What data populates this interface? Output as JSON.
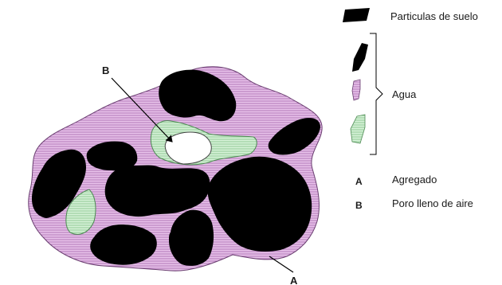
{
  "labels": {
    "B_top": "B",
    "A_bottom": "A"
  },
  "legend": {
    "particles": "Particulas de suelo",
    "water": "Agua",
    "aggregate_letter": "A",
    "aggregate": "Agregado",
    "pore_letter": "B",
    "pore": "Poro lleno de aire"
  },
  "colors": {
    "matrix_fill": "#e8c2ea",
    "matrix_stripe": "#a96cb2",
    "water_fill": "#d6f2d8",
    "water_stripe": "#88c48e",
    "particle": "#000000",
    "pore": "#ffffff"
  }
}
